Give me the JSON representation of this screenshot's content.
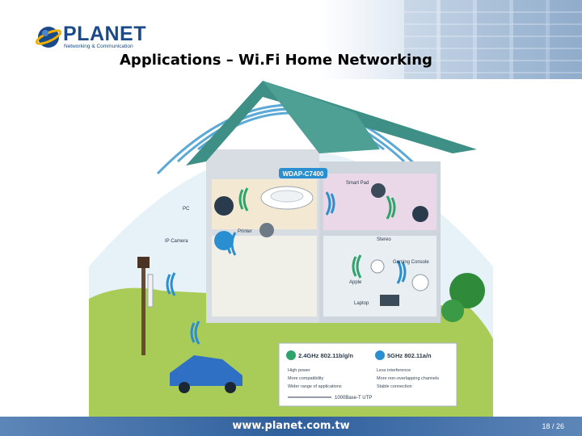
{
  "header": {
    "brand": "PLANET",
    "tagline": "Networking & Communication",
    "title": "Applications – Wi.Fi Home Networking"
  },
  "diagram": {
    "device": "WDAP-C7400",
    "labels": {
      "pc": "PC",
      "ip_camera": "IP Camera",
      "smart_pad": "Smart Pad",
      "stereo": "Stereo",
      "gaming_console": "Gaming Console",
      "apple": "Apple",
      "laptop": "Laptop",
      "printer": "Printer"
    },
    "legend": {
      "band_24": "2.4GHz 802.11b/g/n",
      "band_5": "5GHz 802.11a/n",
      "left_items": [
        "High power",
        "More compatibility",
        "Wider range of applications"
      ],
      "right_items": [
        "Less interference",
        "More non-overlapping channels",
        "Stable connection"
      ],
      "cable": "1000Base-T UTP"
    }
  },
  "footer": {
    "url": "www.planet.com.tw",
    "page": "18 / 26"
  },
  "colors": {
    "brand_blue": "#1a4a8a",
    "roof_teal": "#3e8f86",
    "wifi_green": "#2ea36b",
    "wifi_blue": "#2a8fd0",
    "grass": "#a9cc58",
    "footer_blue": "#2f5f9c"
  }
}
